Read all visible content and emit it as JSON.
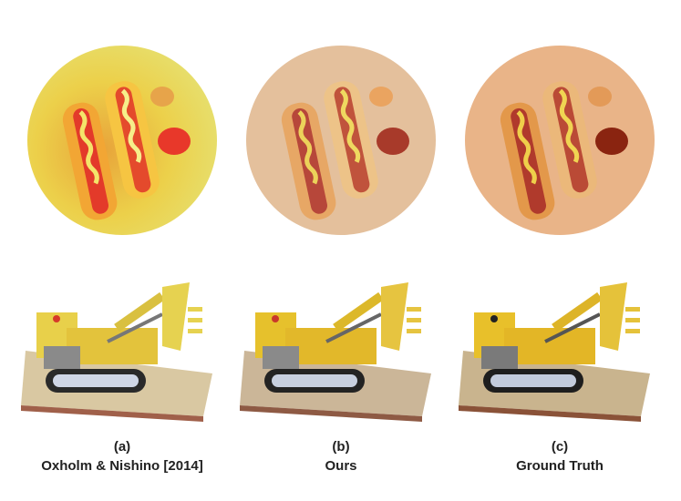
{
  "figure": {
    "columns": [
      {
        "label": "(a)",
        "method": "Oxholm & Nishino [2014]"
      },
      {
        "label": "(b)",
        "method": "Ours"
      },
      {
        "label": "(c)",
        "method": "Ground Truth"
      }
    ],
    "rows": [
      "hotdog-plate",
      "lego-excavator"
    ]
  }
}
